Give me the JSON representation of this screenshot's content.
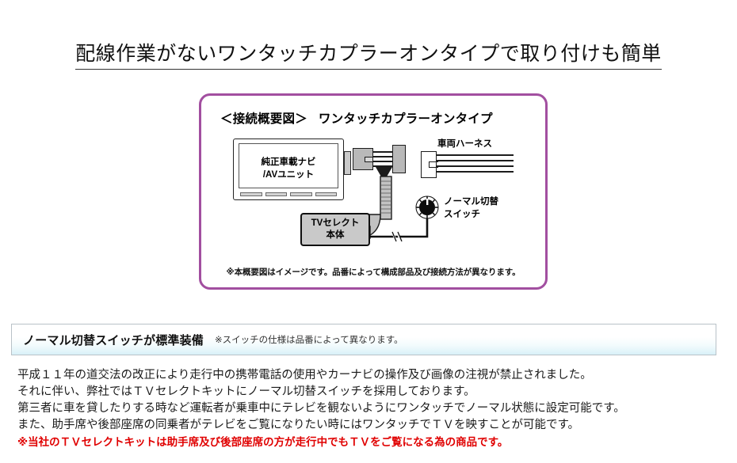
{
  "page": {
    "title": "配線作業がないワンタッチカプラーオンタイプで取り付けも簡単"
  },
  "diagram": {
    "heading_label": "＜接続概要図＞",
    "heading_type": "ワンタッチカプラーオンタイプ",
    "nav_unit": "純正車載ナビ\n/AVユニット",
    "nav_unit_line1": "純正車載ナビ",
    "nav_unit_line2": "/AVユニット",
    "harness_label": "車両ハーネス",
    "switch_label_line1": "ノーマル切替",
    "switch_label_line2": "スイッチ",
    "tv_unit_line1": "TVセレクト",
    "tv_unit_line2": "本体",
    "note": "※本概要図はイメージです。品番によって構成部品及び接続方法が異なります。",
    "border_color": "#a24fa0"
  },
  "section": {
    "title": "ノーマル切替スイッチが標準装備",
    "note": "※スイッチの仕様は品番によって異なります。",
    "bar_accent_color": "#d9f1f8"
  },
  "body": {
    "lines": [
      "平成１１年の道交法の改正により走行中の携帯電話の使用やカーナビの操作及び画像の注視が禁止されました。",
      "それに伴い、弊社ではＴＶセレクトキットにノーマル切替スイッチを採用しております。",
      "第三者に車を貸したりする時など運転者が乗車中にテレビを観ないようにワンタッチでノーマル状態に設定可能です。",
      "また、助手席や後部座席の同乗者がテレビをご覧になりたい時にはワンタッチでＴＶを映すことが可能です。"
    ],
    "warning": "※当社のＴＶセレクトキットは助手席及び後部座席の方が走行中でもＴＶをご覧になる為の商品です。",
    "warning_color": "#e00000"
  }
}
